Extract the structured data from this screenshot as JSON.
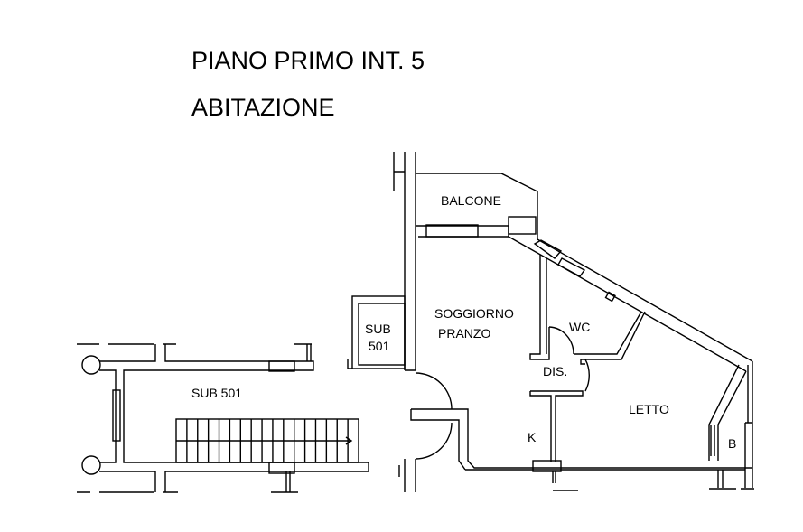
{
  "header": {
    "title_line1": "PIANO PRIMO INT. 5",
    "title_line2": "ABITAZIONE"
  },
  "rooms": {
    "balcone": "BALCONE",
    "soggiorno": "SOGGIORNO",
    "pranzo": "PRANZO",
    "wc": "WC",
    "dis": "DIS.",
    "letto": "LETTO",
    "k": "K",
    "b": "B",
    "sub_box_line1": "SUB",
    "sub_box_line2": "501",
    "sub_501": "SUB 501"
  }
}
